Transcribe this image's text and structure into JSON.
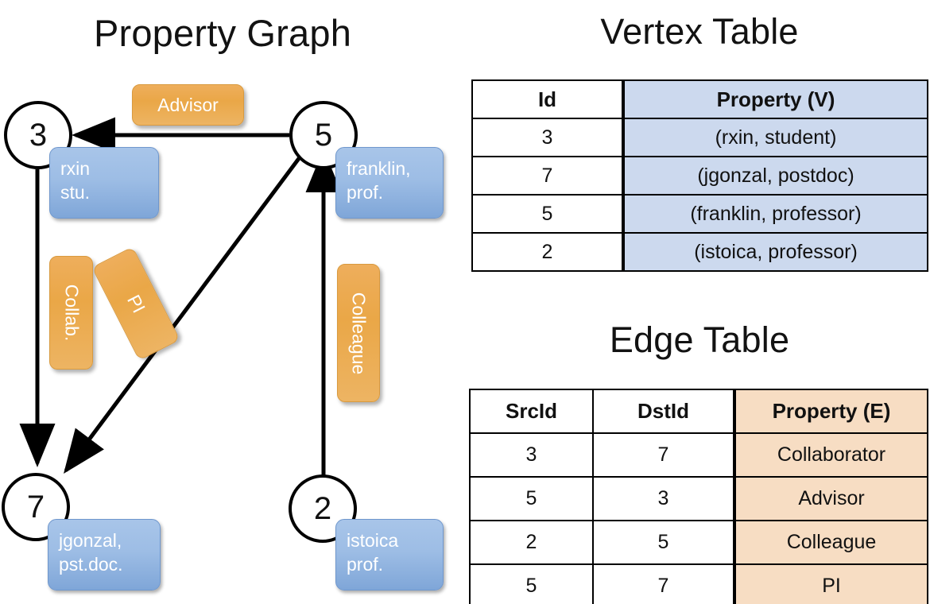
{
  "titles": {
    "property_graph": "Property Graph",
    "vertex_table": "Vertex Table",
    "edge_table": "Edge Table"
  },
  "graph": {
    "vertices": [
      {
        "id": "3",
        "property_label": "rxin\nstu.",
        "line1": "rxin",
        "line2": "stu."
      },
      {
        "id": "5",
        "property_label": "franklin, prof.",
        "line1": "franklin,",
        "line2": "prof."
      },
      {
        "id": "7",
        "property_label": "jgonzal, pst.doc.",
        "line1": "jgonzal,",
        "line2": "pst.doc."
      },
      {
        "id": "2",
        "property_label": "istoica prof.",
        "line1": "istoica",
        "line2": "prof."
      }
    ],
    "edge_labels": {
      "advisor": "Advisor",
      "collab": "Collab.",
      "pi": "PI",
      "colleague": "Colleague"
    }
  },
  "vertex_table": {
    "headers": [
      "Id",
      "Property (V)"
    ],
    "rows": [
      {
        "id": "3",
        "property": "(rxin, student)"
      },
      {
        "id": "7",
        "property": "(jgonzal, postdoc)"
      },
      {
        "id": "5",
        "property": "(franklin, professor)"
      },
      {
        "id": "2",
        "property": "(istoica, professor)"
      }
    ]
  },
  "edge_table": {
    "headers": [
      "SrcId",
      "DstId",
      "Property (E)"
    ],
    "rows": [
      {
        "src": "3",
        "dst": "7",
        "property": "Collaborator"
      },
      {
        "src": "5",
        "dst": "3",
        "property": "Advisor"
      },
      {
        "src": "2",
        "dst": "5",
        "property": "Colleague"
      },
      {
        "src": "5",
        "dst": "7",
        "property": "PI"
      }
    ]
  },
  "colors": {
    "vertex_property_blue": "#9dbde5",
    "edge_label_orange": "#eaa747",
    "vertex_table_cell": "#ccd9ee",
    "edge_table_cell": "#f7ddc3",
    "stroke": "#000000",
    "background": "#ffffff"
  }
}
